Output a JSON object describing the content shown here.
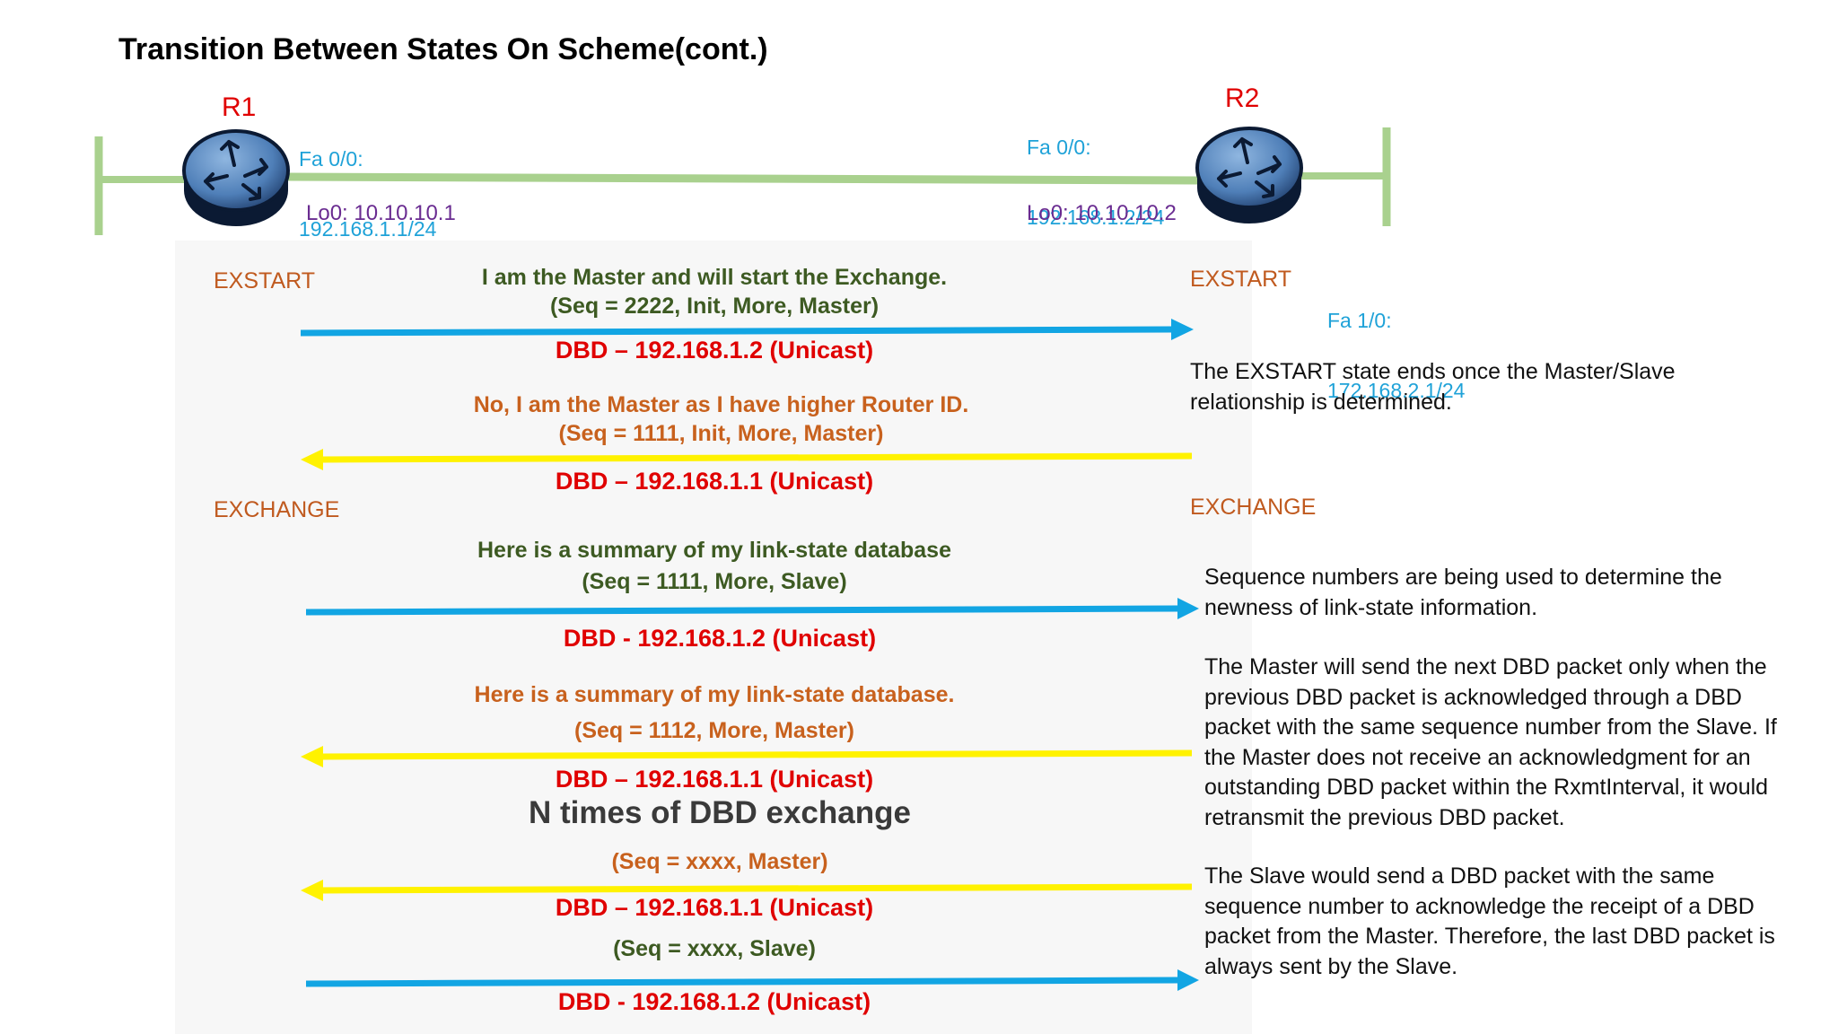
{
  "title": "Transition Between States On Scheme(cont.)",
  "colors": {
    "link": "#a9d18e",
    "blue_arrow": "#12a5e3",
    "yellow_arrow": "#fff200",
    "router_body": "#5f8ec2"
  },
  "r1": {
    "name": "R1",
    "fa_label": "Fa 0/0:",
    "fa_ip": "192.168.1.1/24",
    "lo": "Lo0: 10.10.10.1",
    "state_exstart": "EXSTART",
    "state_exchange": "EXCHANGE"
  },
  "r2": {
    "name": "R2",
    "fa_label": "Fa 0/0:",
    "fa_ip": "192.168.1.2/24",
    "lo": "Lo0: 10.10.10.2",
    "fa2_label": "Fa 1/0:",
    "fa2_ip": "172.168.2.1/24",
    "state_exstart": "EXSTART",
    "state_exchange": "EXCHANGE"
  },
  "messages": [
    {
      "line1": "I am the Master and will start the Exchange.",
      "line2": "(Seq = 2222, Init, More, Master)",
      "dbd": "DBD – 192.168.1.2 (Unicast)",
      "direction": "right"
    },
    {
      "line1": "No, I am the Master as I have higher Router ID.",
      "line2": "(Seq = 1111, Init, More, Master)",
      "dbd": "DBD – 192.168.1.1 (Unicast)",
      "direction": "left"
    },
    {
      "line1": "Here is a summary of my link-state database",
      "line2": "(Seq = 1111, More, Slave)",
      "dbd": "DBD - 192.168.1.2 (Unicast)",
      "direction": "right"
    },
    {
      "line1": "Here is a summary of my link-state database.",
      "line2": "(Seq = 1112, More, Master)",
      "dbd": "DBD – 192.168.1.1 (Unicast)",
      "direction": "left"
    },
    {
      "line2": "(Seq = xxxx, Master)",
      "dbd": "DBD – 192.168.1.1 (Unicast)",
      "direction": "left"
    },
    {
      "line2": "(Seq = xxxx, Slave)",
      "dbd": "DBD - 192.168.1.2 (Unicast)",
      "direction": "right"
    }
  ],
  "n_times": "N times of DBD exchange",
  "notes": {
    "exstart": "The EXSTART state ends once the Master/Slave relationship is determined.",
    "sequence": "Sequence numbers are being used to determine the newness of link-state information.",
    "master": "The Master will send the next DBD packet only when the previous DBD packet is acknowledged through a DBD packet with the same sequence number from the Slave. If the Master does not receive an acknowledgment for an outstanding DBD packet within the RxmtInterval, it would retransmit the previous DBD packet.",
    "slave": "The Slave would send a DBD packet with the same sequence number to acknowledge the receipt of a DBD packet from the Master. Therefore, the last DBD packet is always sent by the Slave."
  }
}
